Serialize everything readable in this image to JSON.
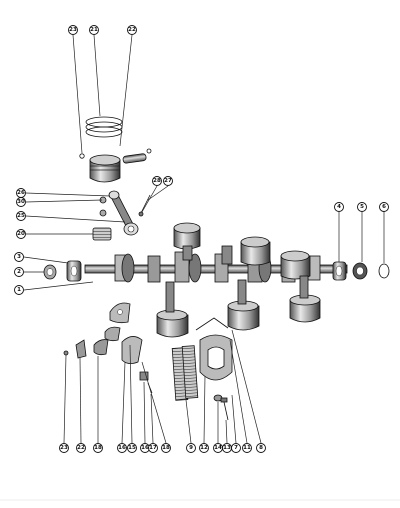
{
  "diagram": {
    "callouts": [
      {
        "id": "c23-top",
        "label": "23"
      },
      {
        "id": "c21-top",
        "label": "21"
      },
      {
        "id": "c22-top",
        "label": "22"
      },
      {
        "id": "c28",
        "label": "28"
      },
      {
        "id": "c27",
        "label": "27"
      },
      {
        "id": "c26",
        "label": "26"
      },
      {
        "id": "c30",
        "label": "30"
      },
      {
        "id": "c25",
        "label": "25"
      },
      {
        "id": "c20",
        "label": "20"
      },
      {
        "id": "c3",
        "label": "3"
      },
      {
        "id": "c2",
        "label": "2"
      },
      {
        "id": "c1",
        "label": "1"
      },
      {
        "id": "c4",
        "label": "4"
      },
      {
        "id": "c5",
        "label": "5"
      },
      {
        "id": "c6",
        "label": "6"
      },
      {
        "id": "c23-bot",
        "label": "23"
      },
      {
        "id": "c22-bot",
        "label": "22"
      },
      {
        "id": "c18a",
        "label": "18"
      },
      {
        "id": "c16",
        "label": "16"
      },
      {
        "id": "c15",
        "label": "15"
      },
      {
        "id": "c16b",
        "label": "16"
      },
      {
        "id": "c17",
        "label": "17"
      },
      {
        "id": "c18b",
        "label": "18"
      },
      {
        "id": "c9",
        "label": "9"
      },
      {
        "id": "c12",
        "label": "12"
      },
      {
        "id": "c14",
        "label": "14"
      },
      {
        "id": "c13",
        "label": "13"
      },
      {
        "id": "c7",
        "label": "7"
      },
      {
        "id": "c11",
        "label": "11"
      },
      {
        "id": "c8",
        "label": "8"
      }
    ]
  }
}
